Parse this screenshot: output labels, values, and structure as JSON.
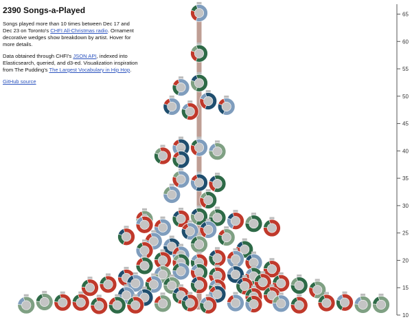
{
  "info": {
    "title": "2390 Songs-a-Played",
    "p1_text1": "Songs played more than 10 times between Dec 17 and Dec 23 on Toronto's ",
    "p1_link": "CHFI All-Christmas radio",
    "p1_text2": ". Ornament decorative wedges show breakdown by artist. Hover for more details.",
    "p2_text1": "Data obtained through CHFI's ",
    "p2_link1": "JSON API",
    "p2_text2": ", indexed into Elasticsearch, queried, and d3-ed. Visualization inspiration from The Pudding's ",
    "p2_link2": "The Largest Vocabulary in Hip Hop",
    "p2_text3": ".",
    "github_link": "GitHub source"
  },
  "colors": {
    "red": "#c0392b",
    "green": "#2e6a47",
    "sage": "#7fa083",
    "blue": "#1f4e6e",
    "steel": "#7f9dbd",
    "gray": "#c4c4c4",
    "trunk": "#bf9e94",
    "cap": "#bdbdbd",
    "link": "#2a52be"
  },
  "chart_data": {
    "type": "scatter",
    "title": "2390 Songs-a-Played",
    "ylabel": "",
    "ylim": [
      10,
      67
    ],
    "yticks": [
      10,
      15,
      20,
      25,
      30,
      35,
      40,
      45,
      50,
      55,
      60,
      65
    ],
    "grid": false,
    "points": [
      {
        "x": 0,
        "y": 65.2,
        "c": [
          "steel",
          "red",
          "green"
        ]
      },
      {
        "x": 0,
        "y": 57.8,
        "c": [
          "green",
          "red",
          "sage"
        ]
      },
      {
        "x": 0,
        "y": 52.4,
        "c": [
          "green",
          "sage",
          "blue"
        ]
      },
      {
        "x": -1,
        "y": 51.6,
        "c": [
          "steel",
          "green",
          "red"
        ]
      },
      {
        "x": 0.5,
        "y": 49.1,
        "c": [
          "blue",
          "red",
          "steel"
        ]
      },
      {
        "x": -1.5,
        "y": 48.1,
        "c": [
          "steel",
          "blue",
          "red"
        ]
      },
      {
        "x": -0.5,
        "y": 47.2,
        "c": [
          "red",
          "green",
          "steel"
        ]
      },
      {
        "x": 1.5,
        "y": 48.1,
        "c": [
          "steel",
          "blue",
          "red"
        ]
      },
      {
        "x": -1,
        "y": 40.6,
        "c": [
          "blue",
          "steel",
          "red"
        ]
      },
      {
        "x": 0,
        "y": 40.6,
        "c": [
          "steel",
          "red",
          "green"
        ]
      },
      {
        "x": 1,
        "y": 39.9,
        "c": [
          "sage",
          "steel"
        ]
      },
      {
        "x": -2,
        "y": 39.1,
        "c": [
          "red",
          "green",
          "sage"
        ]
      },
      {
        "x": -1,
        "y": 38.4,
        "c": [
          "blue",
          "green",
          "red"
        ]
      },
      {
        "x": -1,
        "y": 34.8,
        "c": [
          "steel",
          "red",
          "sage"
        ]
      },
      {
        "x": 0,
        "y": 34.2,
        "c": [
          "blue",
          "steel",
          "red"
        ]
      },
      {
        "x": 1,
        "y": 34.0,
        "c": [
          "green",
          "red",
          "blue"
        ]
      },
      {
        "x": -1.5,
        "y": 32.0,
        "c": [
          "steel",
          "sage"
        ]
      },
      {
        "x": 0.5,
        "y": 31.0,
        "c": [
          "green",
          "red",
          "sage"
        ]
      },
      {
        "x": -3,
        "y": 27.5,
        "c": [
          "sage",
          "red"
        ]
      },
      {
        "x": -1,
        "y": 27.6,
        "c": [
          "red",
          "green",
          "blue"
        ]
      },
      {
        "x": 0,
        "y": 28.0,
        "c": [
          "green",
          "sage",
          "blue"
        ]
      },
      {
        "x": 1,
        "y": 27.8,
        "c": [
          "green",
          "sage"
        ]
      },
      {
        "x": 2,
        "y": 27.2,
        "c": [
          "red",
          "steel",
          "blue"
        ]
      },
      {
        "x": 3,
        "y": 26.7,
        "c": [
          "green",
          "sage"
        ]
      },
      {
        "x": 4,
        "y": 25.9,
        "c": [
          "red",
          "green"
        ]
      },
      {
        "x": -3,
        "y": 26.5,
        "c": [
          "red",
          "steel"
        ]
      },
      {
        "x": -2,
        "y": 26.0,
        "c": [
          "steel",
          "red"
        ]
      },
      {
        "x": -0.5,
        "y": 25.3,
        "c": [
          "steel",
          "blue",
          "red"
        ]
      },
      {
        "x": 0.5,
        "y": 25.6,
        "c": [
          "steel",
          "red",
          "blue"
        ]
      },
      {
        "x": 1.5,
        "y": 24.2,
        "c": [
          "sage",
          "green",
          "red"
        ]
      },
      {
        "x": -4,
        "y": 24.3,
        "c": [
          "red",
          "green",
          "blue"
        ]
      },
      {
        "x": -2.5,
        "y": 23.5,
        "c": [
          "steel",
          "red"
        ]
      },
      {
        "x": -1.5,
        "y": 22.5,
        "c": [
          "blue",
          "steel"
        ]
      },
      {
        "x": 0,
        "y": 22.9,
        "c": [
          "sage",
          "green"
        ]
      },
      {
        "x": 2.5,
        "y": 22.0,
        "c": [
          "green",
          "red",
          "blue"
        ]
      },
      {
        "x": -3,
        "y": 21.8,
        "c": [
          "red",
          "steel",
          "green"
        ]
      },
      {
        "x": -1,
        "y": 21.0,
        "c": [
          "steel",
          "red"
        ]
      },
      {
        "x": 1,
        "y": 20.4,
        "c": [
          "red",
          "green",
          "blue"
        ]
      },
      {
        "x": 2,
        "y": 20.2,
        "c": [
          "steel",
          "red"
        ]
      },
      {
        "x": -2,
        "y": 20.0,
        "c": [
          "red",
          "green"
        ]
      },
      {
        "x": -1,
        "y": 19.6,
        "c": [
          "green",
          "red",
          "sage"
        ]
      },
      {
        "x": 0,
        "y": 19.6,
        "c": [
          "red",
          "green",
          "steel"
        ]
      },
      {
        "x": 3,
        "y": 19.6,
        "c": [
          "steel",
          "red",
          "blue"
        ]
      },
      {
        "x": -3,
        "y": 19.0,
        "c": [
          "green",
          "red"
        ]
      },
      {
        "x": 4,
        "y": 18.4,
        "c": [
          "red",
          "green"
        ]
      },
      {
        "x": -2,
        "y": 17.4,
        "c": [
          "sage",
          "steel"
        ]
      },
      {
        "x": -1,
        "y": 18.0,
        "c": [
          "steel",
          "green"
        ]
      },
      {
        "x": 0,
        "y": 17.8,
        "c": [
          "green",
          "red",
          "steel"
        ]
      },
      {
        "x": 1,
        "y": 17.2,
        "c": [
          "red",
          "green"
        ]
      },
      {
        "x": 2,
        "y": 17.4,
        "c": [
          "blue",
          "steel"
        ]
      },
      {
        "x": 3,
        "y": 17.1,
        "c": [
          "green",
          "red",
          "steel"
        ]
      },
      {
        "x": -4,
        "y": 16.8,
        "c": [
          "red",
          "blue"
        ]
      },
      {
        "x": -3.5,
        "y": 15.8,
        "c": [
          "steel",
          "blue"
        ]
      },
      {
        "x": -5,
        "y": 15.6,
        "c": [
          "red",
          "green"
        ]
      },
      {
        "x": -6,
        "y": 15.0,
        "c": [
          "red",
          "green"
        ]
      },
      {
        "x": -2.5,
        "y": 15.6,
        "c": [
          "steel",
          "green",
          "red"
        ]
      },
      {
        "x": -1.5,
        "y": 15.4,
        "c": [
          "sage",
          "green"
        ]
      },
      {
        "x": 0,
        "y": 15.5,
        "c": [
          "red",
          "green",
          "blue"
        ]
      },
      {
        "x": 1,
        "y": 15.0,
        "c": [
          "red",
          "green",
          "steel"
        ]
      },
      {
        "x": 2.5,
        "y": 15.3,
        "c": [
          "red",
          "green",
          "blue"
        ]
      },
      {
        "x": 3.5,
        "y": 16.0,
        "c": [
          "red",
          "green"
        ]
      },
      {
        "x": 4.5,
        "y": 15.8,
        "c": [
          "red",
          "green"
        ]
      },
      {
        "x": 5.5,
        "y": 15.4,
        "c": [
          "green",
          "sage"
        ]
      },
      {
        "x": 6.5,
        "y": 14.6,
        "c": [
          "sage",
          "red",
          "green"
        ]
      },
      {
        "x": -4,
        "y": 13.6,
        "c": [
          "steel",
          "blue"
        ]
      },
      {
        "x": -3,
        "y": 13.2,
        "c": [
          "blue",
          "steel"
        ]
      },
      {
        "x": -1,
        "y": 13.6,
        "c": [
          "red",
          "green",
          "blue"
        ]
      },
      {
        "x": 1,
        "y": 13.8,
        "c": [
          "blue",
          "steel",
          "red"
        ]
      },
      {
        "x": 3,
        "y": 13.4,
        "c": [
          "red",
          "green"
        ]
      },
      {
        "x": 4,
        "y": 13.6,
        "c": [
          "red",
          "green"
        ]
      },
      {
        "x": -9.5,
        "y": 11.8,
        "c": [
          "sage",
          "steel"
        ]
      },
      {
        "x": -8.5,
        "y": 12.4,
        "c": [
          "sage",
          "green"
        ]
      },
      {
        "x": -7.5,
        "y": 12.3,
        "c": [
          "red",
          "green"
        ]
      },
      {
        "x": -6.5,
        "y": 12.3,
        "c": [
          "red",
          "green"
        ]
      },
      {
        "x": -5.5,
        "y": 11.7,
        "c": [
          "red",
          "green"
        ]
      },
      {
        "x": -4.5,
        "y": 11.8,
        "c": [
          "green",
          "red"
        ]
      },
      {
        "x": -3.5,
        "y": 11.8,
        "c": [
          "red",
          "green"
        ]
      },
      {
        "x": -2,
        "y": 12.1,
        "c": [
          "sage",
          "red"
        ]
      },
      {
        "x": -0.5,
        "y": 12.2,
        "c": [
          "red",
          "green",
          "blue"
        ]
      },
      {
        "x": 0.5,
        "y": 11.8,
        "c": [
          "red",
          "green",
          "steel"
        ]
      },
      {
        "x": 2,
        "y": 12.2,
        "c": [
          "steel",
          "red"
        ]
      },
      {
        "x": 3,
        "y": 12.0,
        "c": [
          "red",
          "steel",
          "green"
        ]
      },
      {
        "x": 4.5,
        "y": 12.1,
        "c": [
          "steel",
          "sage"
        ]
      },
      {
        "x": 5.5,
        "y": 11.8,
        "c": [
          "red",
          "green"
        ]
      },
      {
        "x": 7,
        "y": 12.2,
        "c": [
          "red",
          "green"
        ]
      },
      {
        "x": 8,
        "y": 12.3,
        "c": [
          "red",
          "green",
          "steel"
        ]
      },
      {
        "x": 9,
        "y": 11.9,
        "c": [
          "sage",
          "steel"
        ]
      },
      {
        "x": 10,
        "y": 11.9,
        "c": [
          "sage",
          "green"
        ]
      }
    ]
  }
}
